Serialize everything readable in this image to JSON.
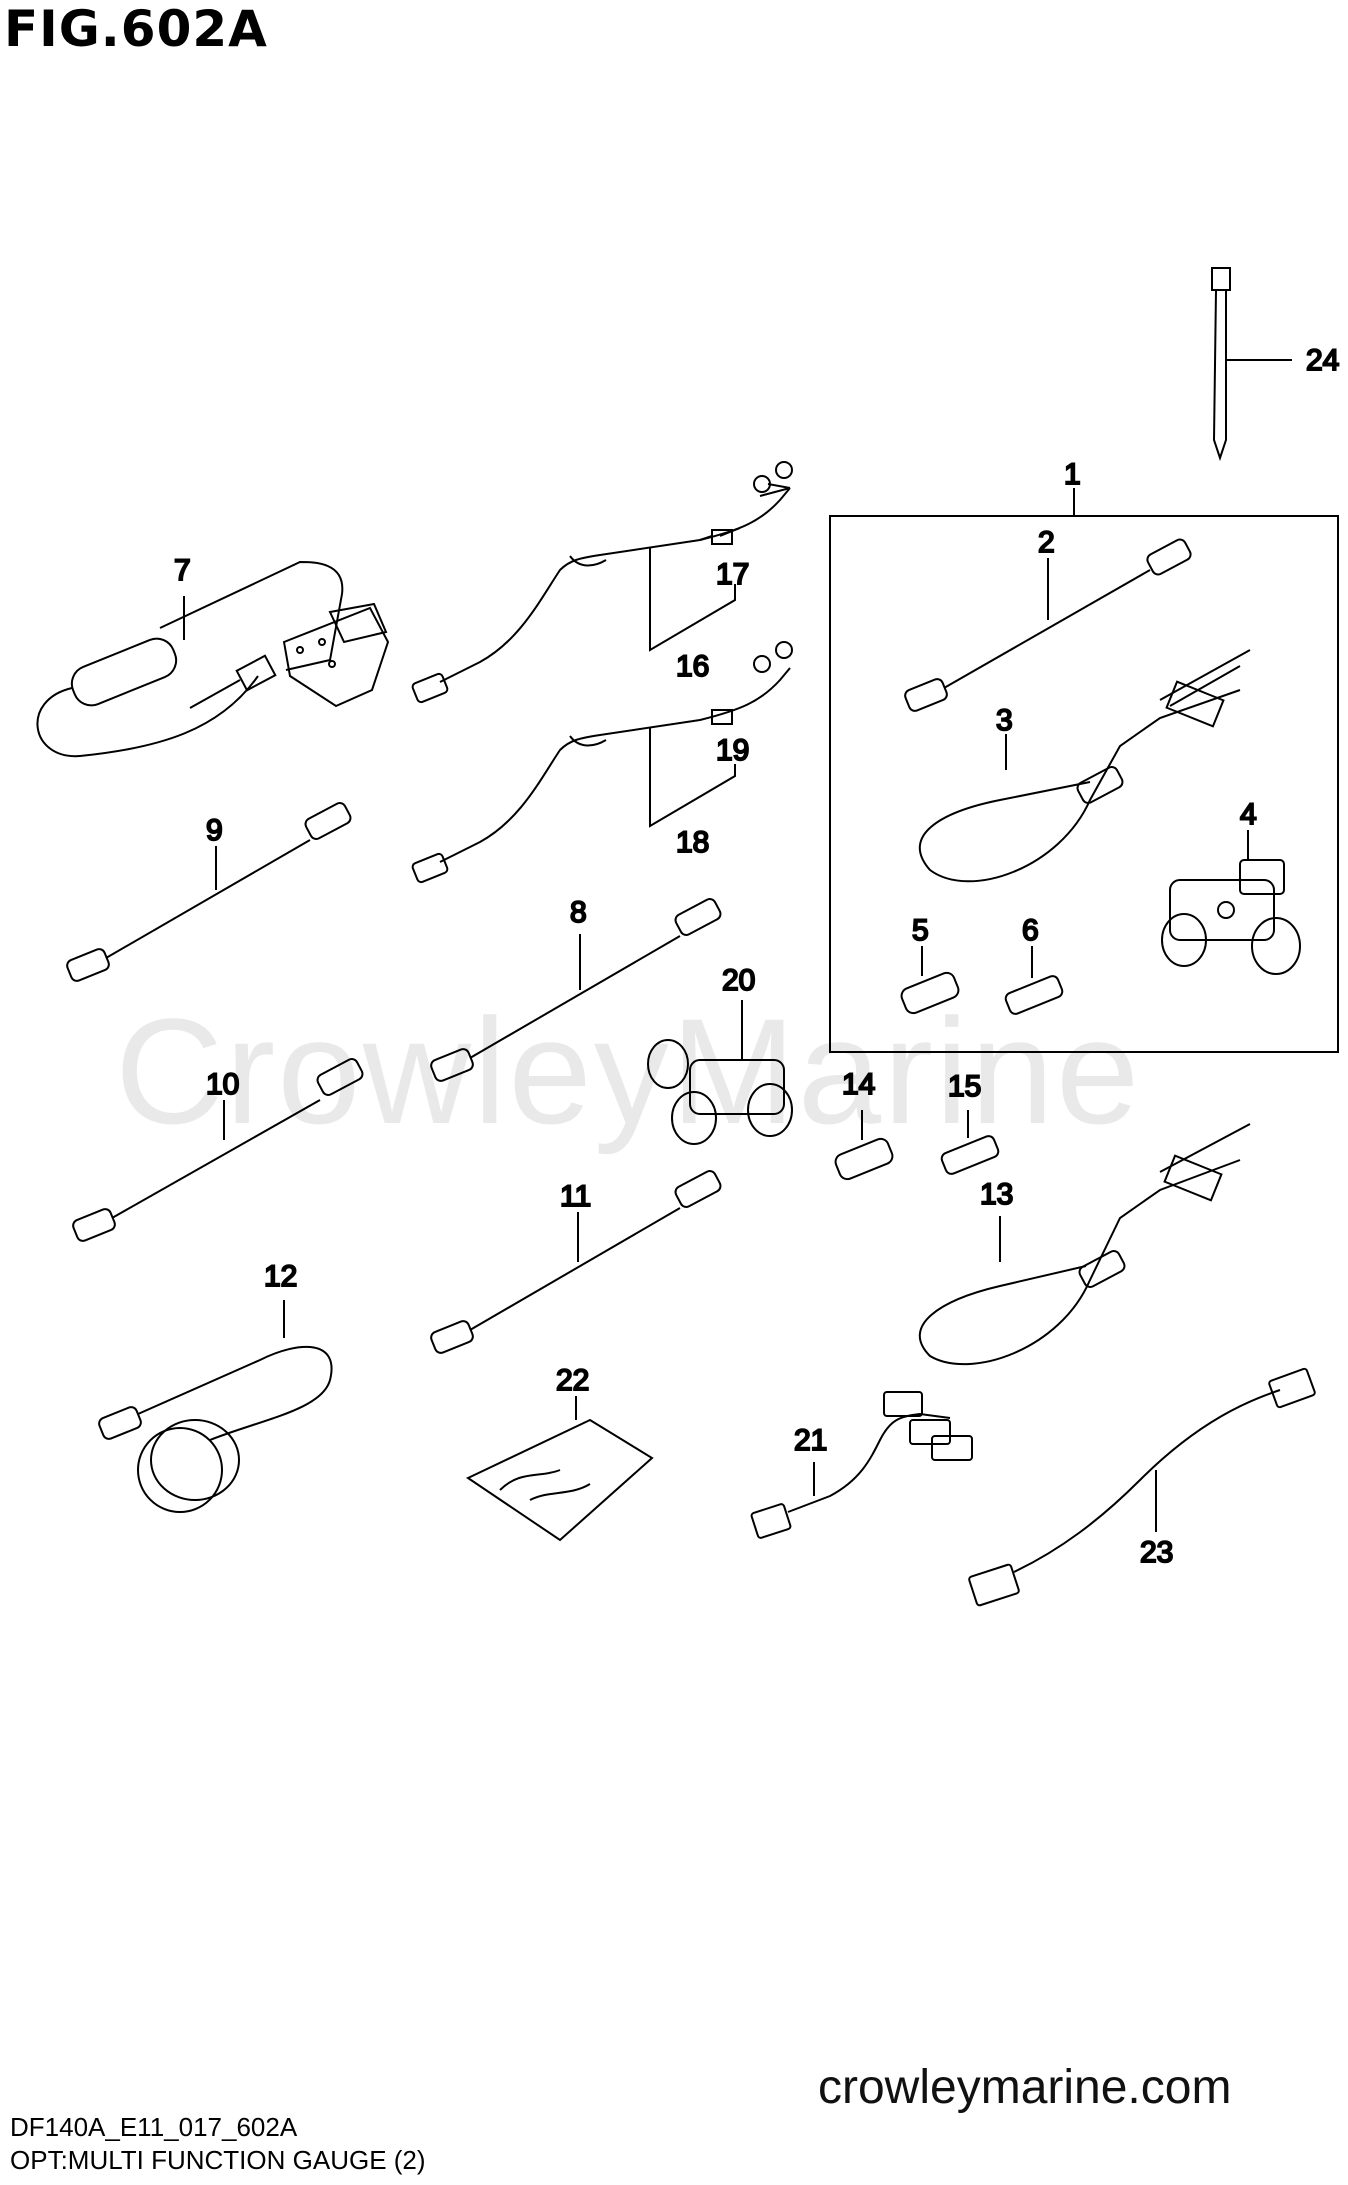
{
  "figure": {
    "title": "FIG.602A",
    "watermark": "CrowleyMarine",
    "website": "crowleymarine.com",
    "drawing_code": "DF140A_E11_017_602A",
    "caption": "OPT:MULTI FUNCTION GAUGE (2)"
  },
  "callouts": [
    "1",
    "2",
    "3",
    "4",
    "5",
    "6",
    "7",
    "8",
    "9",
    "10",
    "11",
    "12",
    "13",
    "14",
    "15",
    "16",
    "17",
    "18",
    "19",
    "20",
    "21",
    "22",
    "23",
    "24"
  ]
}
